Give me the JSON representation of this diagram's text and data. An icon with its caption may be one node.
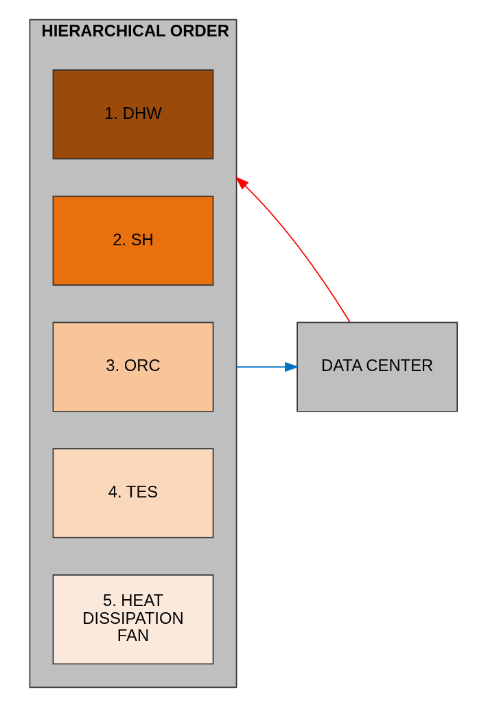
{
  "diagram": {
    "nodes": [
      {
        "text": [
          "HIERARCHICAL ORDER"
        ]
      },
      {
        "text": [
          "1. DHW"
        ],
        "in": 0
      },
      {
        "text": [
          "2. SH"
        ],
        "in": 0
      },
      {
        "text": [
          "3. ORC"
        ],
        "in": 0
      },
      {
        "text": [
          "4. TES"
        ],
        "in": 0
      },
      {
        "text": [
          "5. HEAT DISSIPATION FAN"
        ],
        "in": 0
      },
      {
        "text": [
          "DATA CENTER"
        ]
      }
    ],
    "edges": [
      {
        "from": 0,
        "to": 6,
        "arrow": "to",
        "color": "#0070c0"
      },
      {
        "from": 6,
        "to": 0,
        "arrow": "to",
        "color": "#ff0000"
      }
    ]
  }
}
